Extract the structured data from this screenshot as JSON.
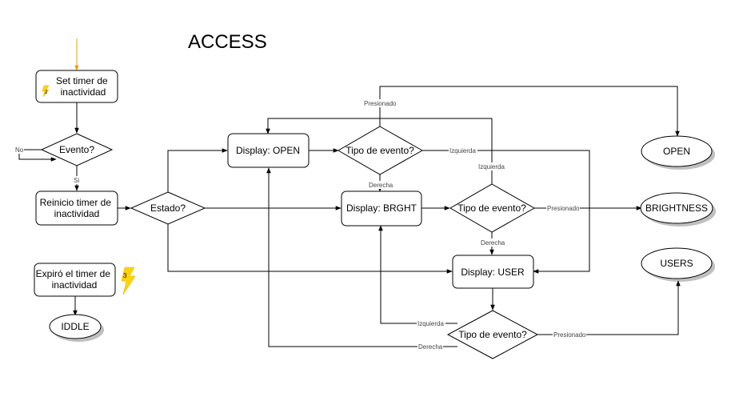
{
  "title": "ACCESS",
  "colors": {
    "start_arrow": "#E6A117",
    "bolt": "#FFD500",
    "line": "#000000"
  },
  "nodes": {
    "set_timer": "Set timer de\ninactividad",
    "evento": "Evento?",
    "reinicio": "Reinicio timer de\ninactividad",
    "estado": "Estado?",
    "display_open": "Display: OPEN",
    "tipo_open": "Tipo de evento?",
    "display_brght": "Display: BRGHT",
    "tipo_brght": "Tipo de evento?",
    "display_user": "Display: USER",
    "tipo_user": "Tipo de evento?",
    "open_end": "OPEN",
    "brightness_end": "BRIGHTNESS",
    "users_end": "USERS",
    "expiro": "Expiró el timer de\ninactividad",
    "iddle": "IDDLE"
  },
  "edge_labels": {
    "no": "No",
    "si": "Si",
    "presionado_open": "Presionado",
    "izquierda_open": "Izquierda",
    "derecha_open": "Derecha",
    "izquierda_brght": "Izquierda",
    "presionado_brght": "Presionado",
    "derecha_brght": "Derecha",
    "izquierda_user": "Izquierda",
    "presionado_user": "Presionado",
    "derecha_user": "Derecha"
  },
  "badges": {
    "set_timer_bolt": "2",
    "expiro_bolt": "3"
  },
  "icons": {
    "set_timer_bolt": "lightning-bolt-icon",
    "expiro_bolt": "lightning-bolt-icon"
  }
}
